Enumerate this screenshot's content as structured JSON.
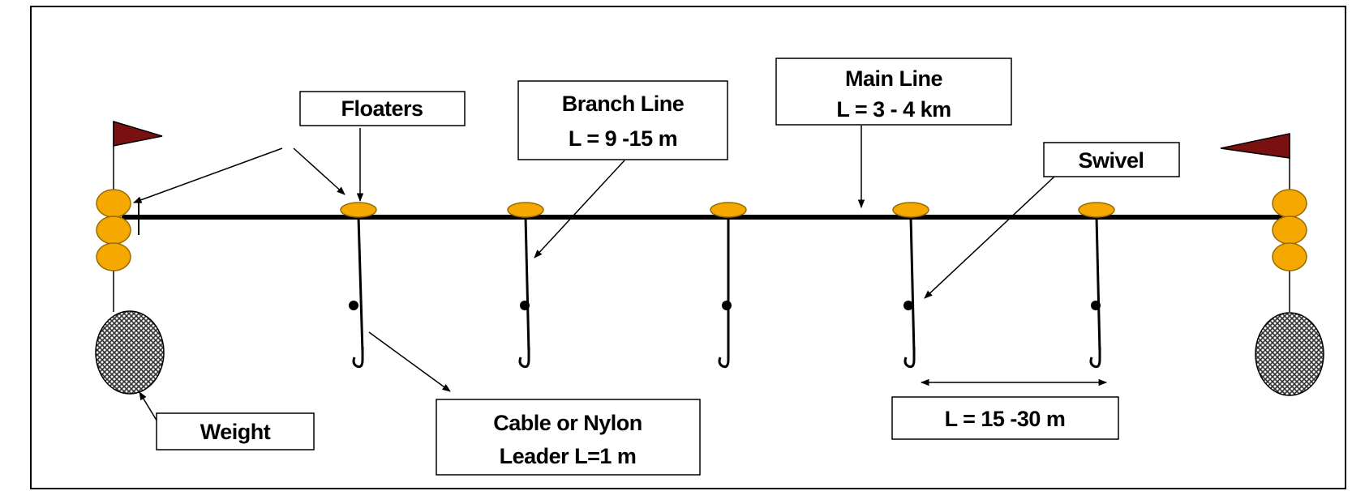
{
  "labels": {
    "floaters": "Floaters",
    "branch_line_1": "Branch Line",
    "branch_line_2": "L = 9 -15 m",
    "main_line_1": "Main Line",
    "main_line_2": "L =  3 - 4 km",
    "swivel": "Swivel",
    "weight": "Weight",
    "leader_1": "Cable or Nylon",
    "leader_2": "Leader L=1 m",
    "spacing": "L = 15 -30 m"
  },
  "colors": {
    "flag": "#7a1010",
    "floater": "#f5a800",
    "floater_stroke": "#9a6a00",
    "line": "#000000"
  }
}
